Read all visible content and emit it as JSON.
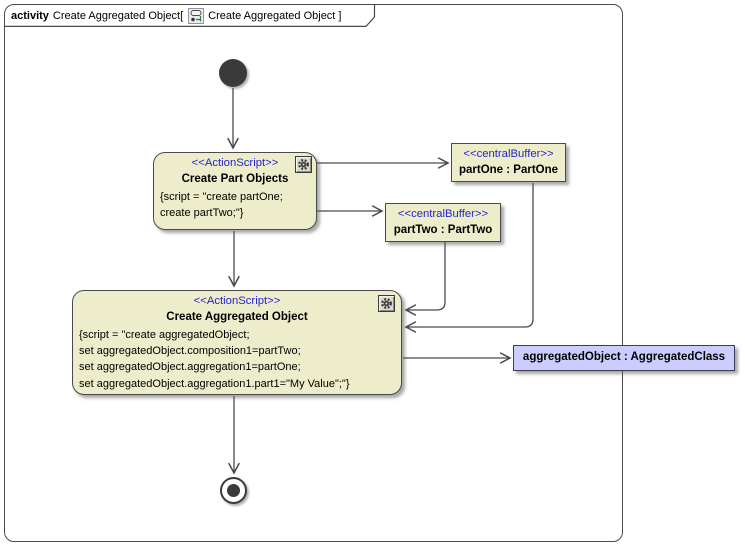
{
  "tab": {
    "keyword": "activity",
    "name": "Create Aggregated Object[",
    "diagram_ref": "Create Aggregated Object ]"
  },
  "nodes": {
    "create_part_objects": {
      "stereotype": "<<ActionScript>>",
      "title": "Create Part Objects",
      "body_lines": [
        "{script = \"create partOne;",
        "create partTwo;\"}"
      ]
    },
    "create_aggregated_object": {
      "stereotype": "<<ActionScript>>",
      "title": "Create Aggregated Object",
      "body_lines": [
        "{script = \"create aggregatedObject;",
        "set aggregatedObject.composition1=partTwo;",
        "set aggregatedObject.aggregation1=partOne;",
        "set aggregatedObject.aggregation1.part1=\"My Value\";\"}"
      ]
    },
    "part_one_buffer": {
      "stereotype": "<<centralBuffer>>",
      "label": "partOne : PartOne"
    },
    "part_two_buffer": {
      "stereotype": "<<centralBuffer>>",
      "label": "partTwo : PartTwo"
    },
    "aggregated_object": {
      "label": "aggregatedObject : AggregatedClass"
    }
  },
  "icons": {
    "script_gear": "gear-icon",
    "tab_diagram": "activity-diagram-icon"
  },
  "colors": {
    "node_fill": "#EDEDCB",
    "node_border": "#4A4A4A",
    "stereotype_text": "#2424CC",
    "object_fill": "#CCCCFF",
    "edge": "#4A4A4A",
    "control_node": "#3A3A3A"
  }
}
